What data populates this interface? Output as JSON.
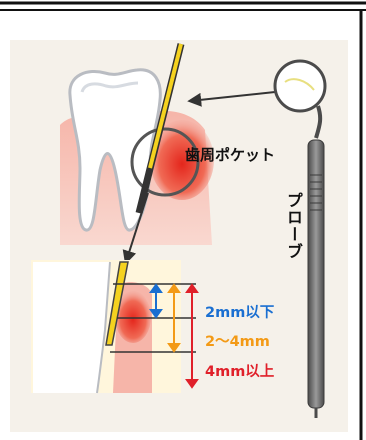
{
  "labels": {
    "periodontal_pocket": "歯周ポケット",
    "probe": "プローブ"
  },
  "depth_legend": [
    {
      "text": "2mm以下",
      "color": "#1a6fd1"
    },
    {
      "text": "2〜4mm",
      "color": "#f39a16"
    },
    {
      "text": "4mm以上",
      "color": "#e0202a"
    }
  ],
  "colors": {
    "background": "#f5f1ea",
    "border": "#1a1a1a",
    "gum": "#f4b8ae",
    "inflamed_gum": "#e83a2c",
    "tooth": "#ffffff",
    "tooth_outline": "#b9bcc2",
    "probe_tip": "#f5d21f",
    "probe_body": "#6d6d6d"
  }
}
